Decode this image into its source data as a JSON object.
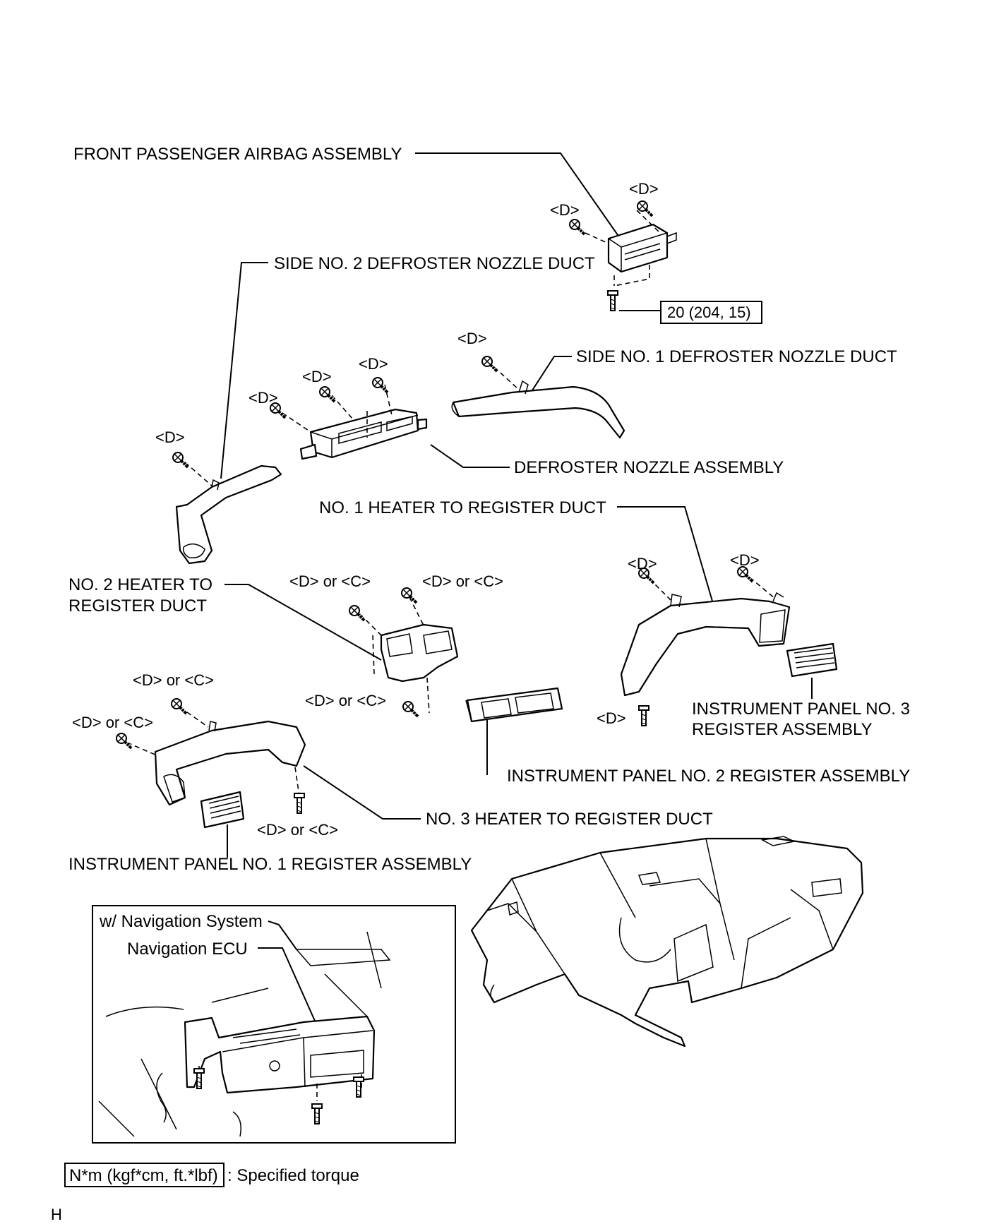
{
  "labels": {
    "front_passenger_airbag": "FRONT PASSENGER AIRBAG ASSEMBLY",
    "side_no2_defroster": "SIDE NO. 2 DEFROSTER NOZZLE DUCT",
    "side_no1_defroster": "SIDE NO. 1 DEFROSTER NOZZLE DUCT",
    "defroster_nozzle": "DEFROSTER NOZZLE ASSEMBLY",
    "no1_heater_duct": "NO. 1 HEATER TO REGISTER DUCT",
    "no2_heater_duct_line1": "NO. 2 HEATER TO",
    "no2_heater_duct_line2": "REGISTER DUCT",
    "ip_no3_register_line1": "INSTRUMENT PANEL NO. 3",
    "ip_no3_register_line2": "REGISTER ASSEMBLY",
    "ip_no2_register": "INSTRUMENT PANEL NO. 2 REGISTER ASSEMBLY",
    "no3_heater_duct": "NO. 3 HEATER TO REGISTER DUCT",
    "ip_no1_register": "INSTRUMENT PANEL NO. 1 REGISTER ASSEMBLY"
  },
  "fastener_tags": {
    "d": "<D>",
    "d_or_c": "<D> or <C>"
  },
  "torque": {
    "value": "20 (204, 15)"
  },
  "inset": {
    "title": "w/ Navigation System",
    "ecu_label": "Navigation ECU"
  },
  "legend": {
    "unit_box": "N*m (kgf*cm, ft.*lbf)",
    "description": ": Specified torque"
  },
  "page_marker": "H",
  "icons": [
    "screw-icon",
    "bolt-icon"
  ]
}
